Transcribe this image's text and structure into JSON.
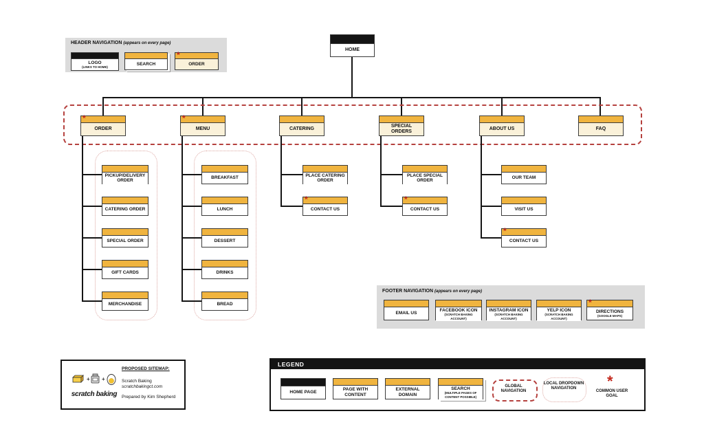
{
  "glyphs": {
    "goal": "*",
    "plus": "+"
  },
  "colors": {
    "header_orange": "#f0b43f",
    "page_cream": "#faf1d9",
    "external_gray": "#c3c3c3",
    "panel_gray": "#dbdbdb",
    "global_nav_red": "#b5413e",
    "dropdown_pink": "#dca6a1",
    "goal_red": "#c3281c",
    "black": "#141414"
  },
  "header_nav": {
    "title": "HEADER NAVIGATION",
    "subtitle": "(appears on every page)",
    "items": [
      {
        "label": "LOGO",
        "sublabel": "(LINKS TO HOME)"
      },
      {
        "label": "SEARCH"
      },
      {
        "label": "ORDER",
        "goal": true
      }
    ]
  },
  "sitemap": {
    "home": "HOME",
    "sections": [
      {
        "label": "ORDER",
        "goal": true,
        "children": [
          {
            "label": "PICKUP/DELIVERY ORDER",
            "type": "external"
          },
          {
            "label": "CATERING ORDER",
            "type": "content"
          },
          {
            "label": "SPECIAL ORDER",
            "type": "content"
          },
          {
            "label": "GIFT CARDS",
            "type": "external"
          },
          {
            "label": "MERCHANDISE",
            "type": "external"
          }
        ]
      },
      {
        "label": "MENU",
        "goal": true,
        "children": [
          {
            "label": "BREAKFAST",
            "type": "content"
          },
          {
            "label": "LUNCH",
            "type": "content"
          },
          {
            "label": "DESSERT",
            "type": "content"
          },
          {
            "label": "DRINKS",
            "type": "content"
          },
          {
            "label": "BREAD",
            "type": "content"
          }
        ]
      },
      {
        "label": "CATERING",
        "children": [
          {
            "label": "PLACE CATERING ORDER",
            "type": "content"
          },
          {
            "label": "CONTACT US",
            "type": "content",
            "goal": true
          }
        ]
      },
      {
        "label": "SPECIAL ORDERS",
        "children": [
          {
            "label": "PLACE SPECIAL ORDER",
            "type": "content"
          },
          {
            "label": "CONTACT US",
            "type": "content",
            "goal": true
          }
        ]
      },
      {
        "label": "ABOUT US",
        "children": [
          {
            "label": "OUR TEAM",
            "type": "content"
          },
          {
            "label": "VISIT US",
            "type": "content"
          },
          {
            "label": "CONTACT US",
            "type": "content",
            "goal": true
          }
        ]
      },
      {
        "label": "FAQ",
        "children": []
      }
    ]
  },
  "footer_nav": {
    "title": "FOOTER NAVIGATION",
    "subtitle": "(appears on every page)",
    "items": [
      {
        "label": "EMAIL US"
      },
      {
        "label": "FACEBOOK ICON",
        "sublabel": "(SCRATCH BAKING ACCOUNT)"
      },
      {
        "label": "INSTAGRAM ICON",
        "sublabel": "(SCRATCH BAKING ACCOUNT)"
      },
      {
        "label": "YELP ICON",
        "sublabel": "(SCRATCH BAKING ACCOUNT)"
      },
      {
        "label": "DIRECTIONS",
        "sublabel": "(GOOGLE MAPS)",
        "goal": true
      }
    ]
  },
  "legend": {
    "title": "LEGEND",
    "items": [
      {
        "label": "HOME PAGE"
      },
      {
        "label": "PAGE WITH CONTENT"
      },
      {
        "label": "EXTERNAL DOMAIN"
      },
      {
        "label": "SEARCH",
        "sublabel": "(MULTIPLE PAGES OF CONTENT POSSIBLE)"
      },
      {
        "label": "GLOBAL NAVIGATION"
      },
      {
        "label": "LOCAL DROPDOWN NAVIGATION"
      },
      {
        "label": "COMMON USER GOAL"
      }
    ]
  },
  "info_card": {
    "heading": "PROPOSED SITEMAP:",
    "company": "Scratch Baking",
    "website": "scratchbakingct.com",
    "prepared_by": "Prepared by Kim Shepherd",
    "logo_text": "scratch baking"
  }
}
